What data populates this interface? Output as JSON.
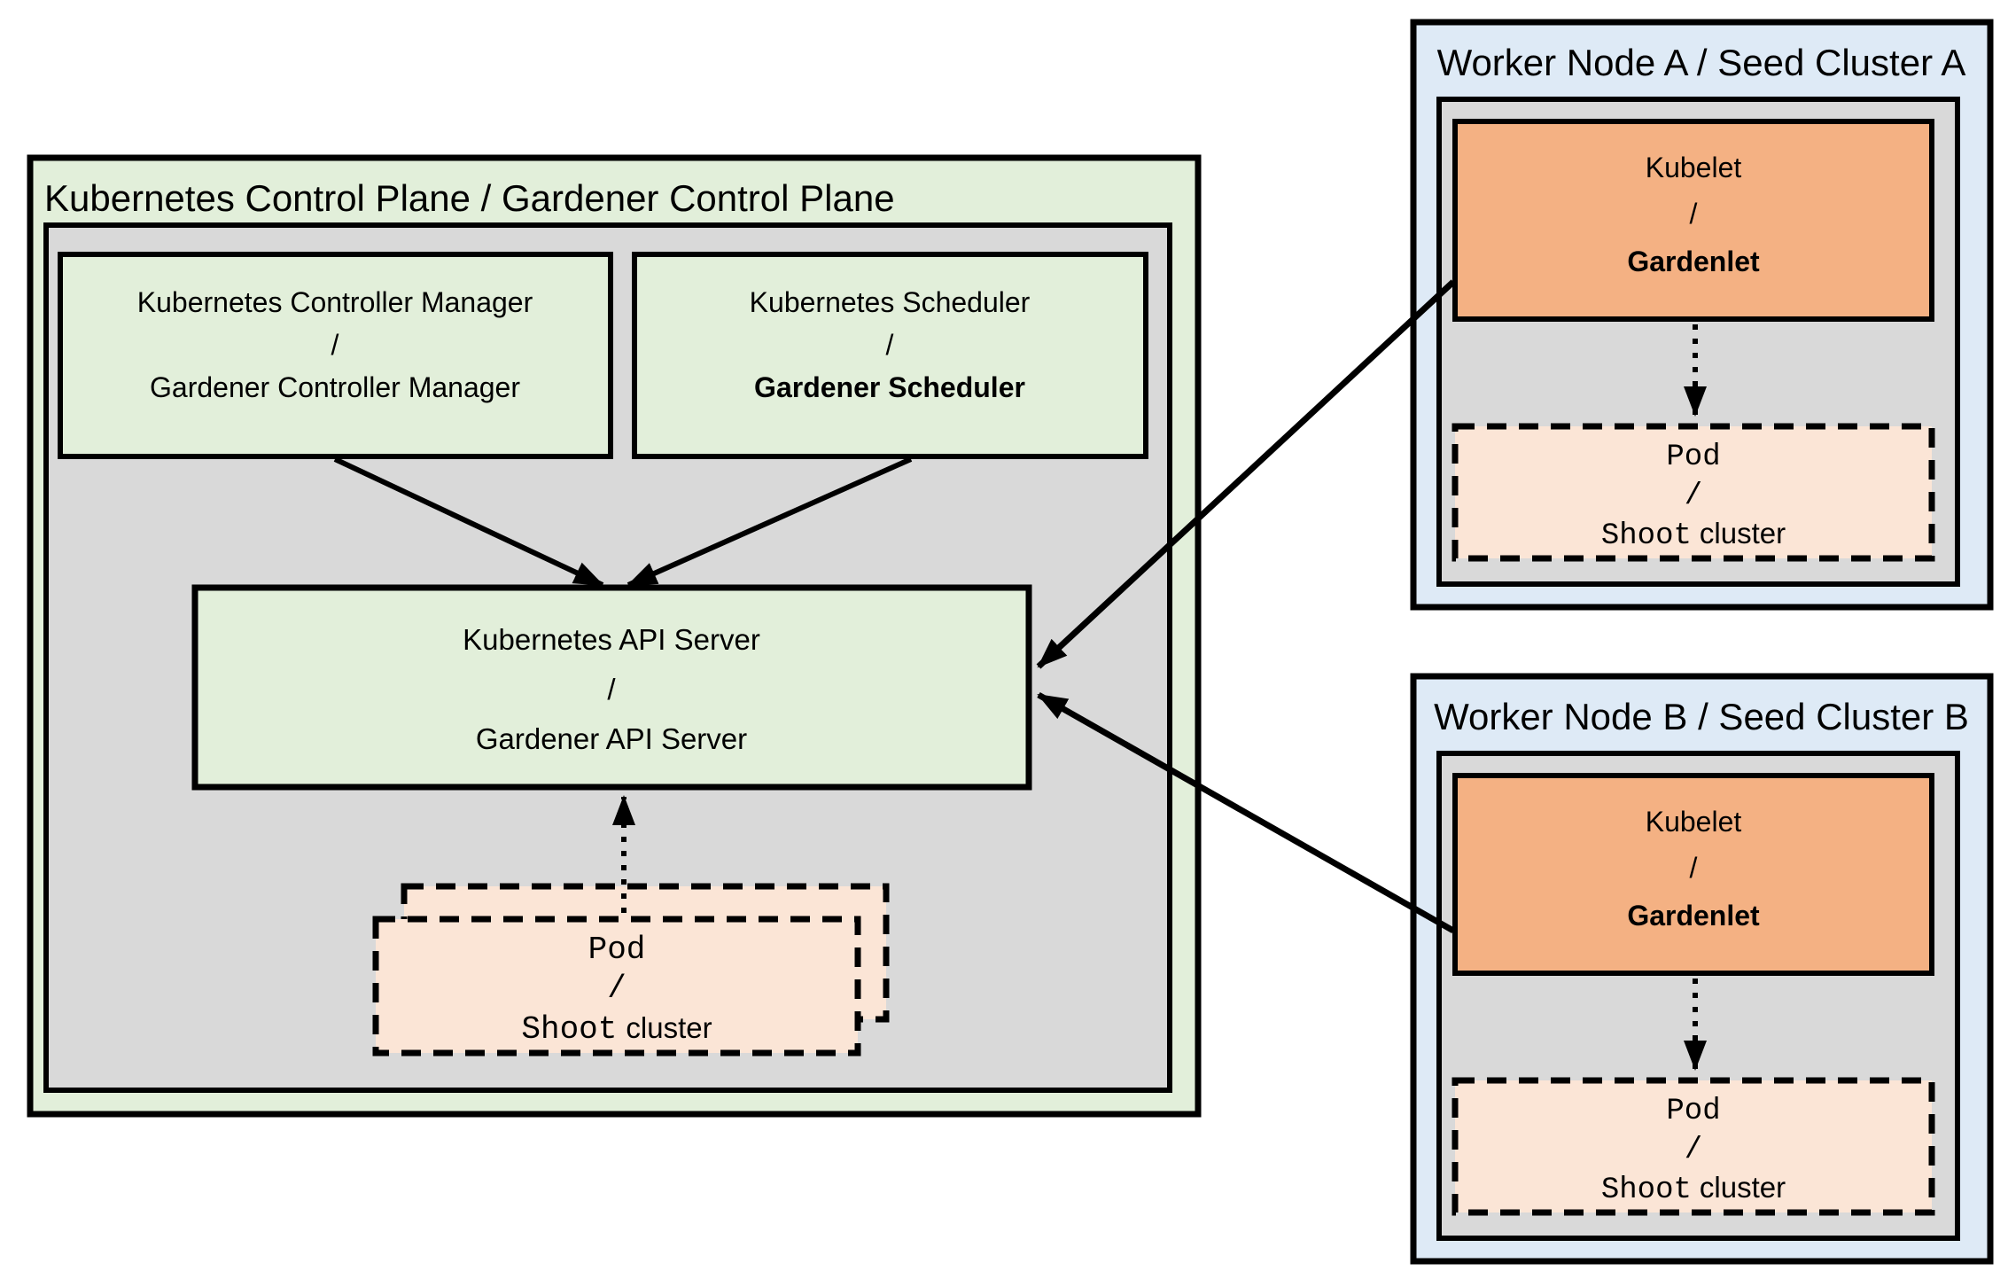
{
  "colors": {
    "box_green": "#E2EFDA",
    "box_gray": "#D9D9D9",
    "box_blue": "#DEEAF6",
    "box_orange": "#F4B183",
    "box_peach": "#FBE5D6",
    "border": "#000000"
  },
  "control_plane": {
    "title": "Kubernetes Control Plane / Gardener Control Plane",
    "controller_manager": {
      "line1": "Kubernetes Controller Manager",
      "separator": "/",
      "line2": "Gardener Controller Manager"
    },
    "scheduler": {
      "line1": "Kubernetes Scheduler",
      "separator": "/",
      "line2": "Gardener Scheduler"
    },
    "api_server": {
      "line1": "Kubernetes API Server",
      "separator": "/",
      "line2": "Gardener API Server"
    },
    "pod_stack": {
      "line1": "Pod",
      "separator": "/",
      "line2_part1": "Shoot",
      "line2_part2": "cluster"
    }
  },
  "worker_node_a": {
    "title": "Worker Node A / Seed Cluster A",
    "kubelet": {
      "line1": "Kubelet",
      "separator": "/",
      "line2": "Gardenlet"
    },
    "pod": {
      "line1": "Pod",
      "separator": "/",
      "line2_part1": "Shoot",
      "line2_part2": "cluster"
    }
  },
  "worker_node_b": {
    "title": "Worker Node B / Seed Cluster B",
    "kubelet": {
      "line1": "Kubelet",
      "separator": "/",
      "line2": "Gardenlet"
    },
    "pod": {
      "line1": "Pod",
      "separator": "/",
      "line2_part1": "Shoot",
      "line2_part2": "cluster"
    }
  }
}
